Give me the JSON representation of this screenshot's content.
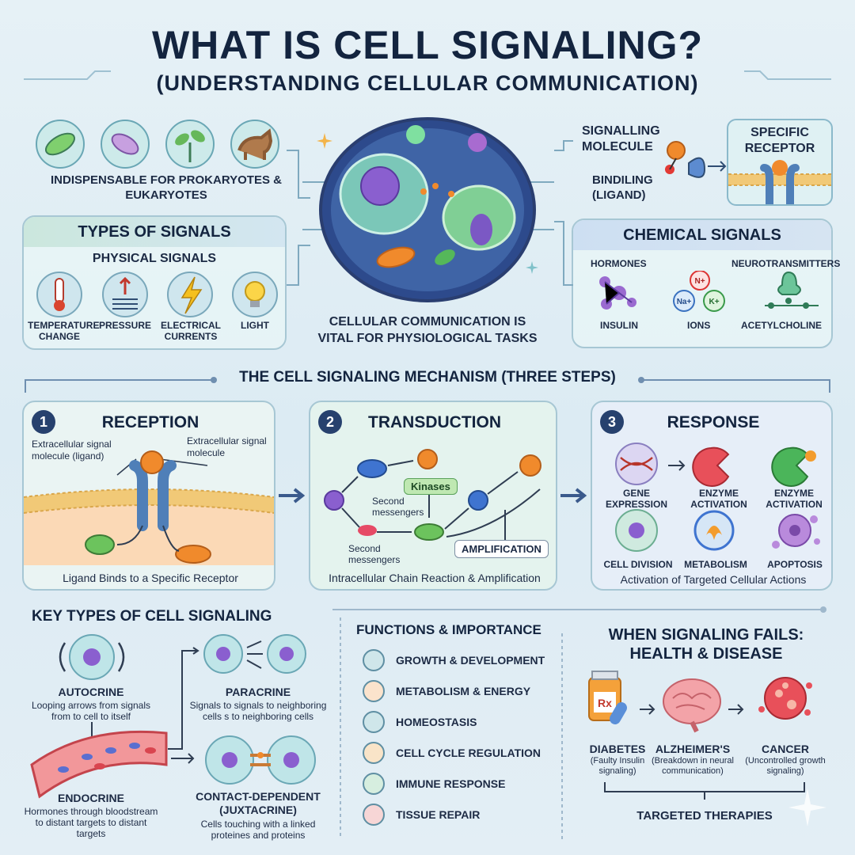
{
  "header": {
    "title": "WHAT IS CELL SIGNALING?",
    "subtitle": "(UNDERSTANDING CELLULAR COMMUNICATION)"
  },
  "intro": {
    "organisms_caption": "INDISPENSABLE FOR PROKARYOTES & EUKARYOTES",
    "center_caption": "CELLULAR COMMUNICATION IS VITAL FOR PHYSIOLOGICAL TASKS",
    "signalling_molecule": "SIGNALLING MOLECULE",
    "binding": "BINDILING (LIGAND)",
    "receptor": "SPECIFIC RECEPTOR"
  },
  "types_of_signals": {
    "title": "TYPES OF SIGNALS",
    "subtitle": "PHYSICAL SIGNALS",
    "items": [
      {
        "label": "TEMPERATURE CHANGE",
        "icon": "thermometer-icon"
      },
      {
        "label": "PRESSURE",
        "icon": "pressure-icon"
      },
      {
        "label": "ELECTRICAL CURRENTS",
        "icon": "lightning-icon"
      },
      {
        "label": "LIGHT",
        "icon": "lightbulb-icon"
      }
    ]
  },
  "chemical_signals": {
    "title": "CHEMICAL SIGNALS",
    "hormones": "HORMONES",
    "neurotransmitters": "NEUROTRANSMITTERS",
    "insulin": "INSULIN",
    "ions": "IONS",
    "acetylcholine": "ACETYLCHOLINE",
    "ion_labels": [
      "N+",
      "Na+",
      "K+"
    ]
  },
  "mechanism": {
    "title": "THE CELL SIGNALING MECHANISM (THREE STEPS)",
    "reception": {
      "num": "1",
      "title": "RECEPTION",
      "label_left": "Extracellular signal molecule (ligand)",
      "label_right": "Extracellular signal molecule",
      "caption": "Ligand Binds to a Specific Receptor"
    },
    "transduction": {
      "num": "2",
      "title": "TRANSDUCTION",
      "kinases": "Kinases",
      "second_messengers_1": "Second messengers",
      "second_messengers_2": "Second messengers",
      "amplification": "AMPLIFICATION",
      "caption": "Intracellular Chain Reaction & Amplification"
    },
    "response": {
      "num": "3",
      "title": "RESPONSE",
      "gene_expression": "GENE EXPRESSION",
      "enzyme_activation_1": "ENZYME ACTIVATION",
      "enzyme_activation_2": "ENZYME ACTIVATION",
      "cell_division": "CELL DIVISION",
      "metabolism": "METABOLISM",
      "apoptosis": "APOPTOSIS",
      "caption": "Activation of Targeted Cellular Actions"
    }
  },
  "key_types": {
    "title": "KEY TYPES OF CELL SIGNALING",
    "autocrine": {
      "name": "AUTOCRINE",
      "desc": "Looping arrows from signals from to cell to itself"
    },
    "paracrine": {
      "name": "PARACRINE",
      "desc": "Signals to signals to neighboring cells s to neighboring cells"
    },
    "endocrine": {
      "name": "ENDOCRINE",
      "desc": "Hormones through bloodstream to distant targets to distant targets"
    },
    "contact": {
      "name": "CONTACT-DEPENDENT (JUXTACRINE)",
      "desc": "Cells touching with a linked proteines and proteins"
    }
  },
  "functions": {
    "title": "FUNCTIONS & IMPORTANCE",
    "items": [
      "GROWTH & DEVELOPMENT",
      "METABOLISM & ENERGY",
      "HOMEOSTASIS",
      "CELL CYCLE REGULATION",
      "IMMUNE RESPONSE",
      "TISSUE REPAIR"
    ]
  },
  "failures": {
    "title_line1": "WHEN SIGNALING FAILS:",
    "title_line2": "HEALTH & DISEASE",
    "diabetes": {
      "name": "DIABETES",
      "desc": "(Faulty Insulin signaling)"
    },
    "alzheimers": {
      "name": "ALZHEIMER'S",
      "desc": "(Breakdown in neural communication)"
    },
    "cancer": {
      "name": "CANCER",
      "desc": "(Uncontrolled growth signaling)"
    },
    "therapies": "TARGETED THERAPIES",
    "rx": "Rx"
  },
  "colors": {
    "navy": "#13243f",
    "panel_border": "#a7c7d4",
    "green_header": "#cbe7dd",
    "membrane": "#f1c977",
    "receptor": "#4f7fb8",
    "ligand": "#f08a2c"
  }
}
